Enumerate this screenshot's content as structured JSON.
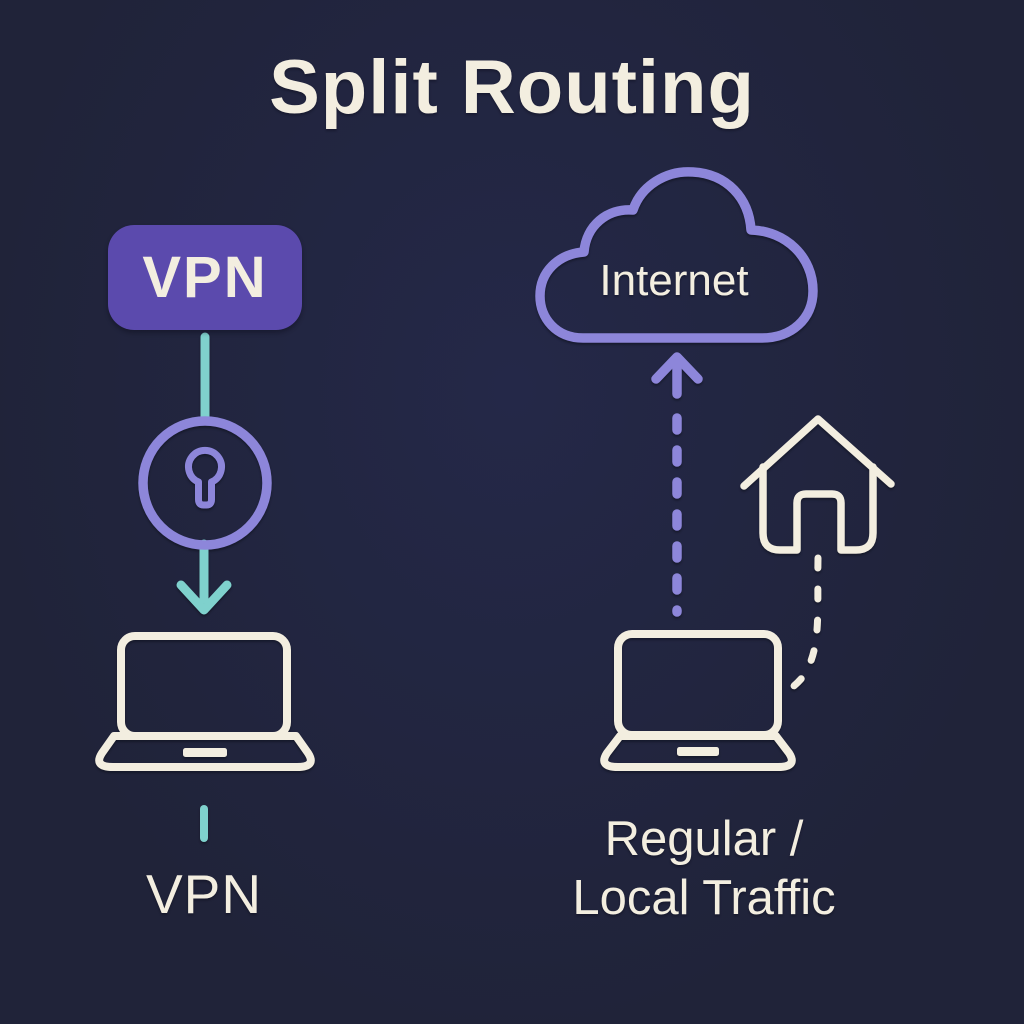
{
  "title": "Split Routing",
  "vpn_path": {
    "badge_label": "VPN",
    "caption": "VPN",
    "lock_icon": "keyhole-lock-icon",
    "laptop_icon": "laptop-icon",
    "arrow_icon": "down-arrow-icon"
  },
  "internet_path": {
    "cloud_label": "Internet",
    "caption_line1": "Regular /",
    "caption_line2": "Local Traffic",
    "cloud_icon": "cloud-icon",
    "house_icon": "house-icon",
    "laptop_icon": "laptop-icon",
    "arrow_icon": "dashed-up-arrow-icon",
    "connector_icon": "dashed-curve-connector"
  },
  "colors": {
    "background": "#202339",
    "bg_center": "#242848",
    "cream": "#f3eee0",
    "badge_purple": "#5b4aad",
    "light_purple": "#8d86da",
    "teal": "#7fd1cd"
  }
}
